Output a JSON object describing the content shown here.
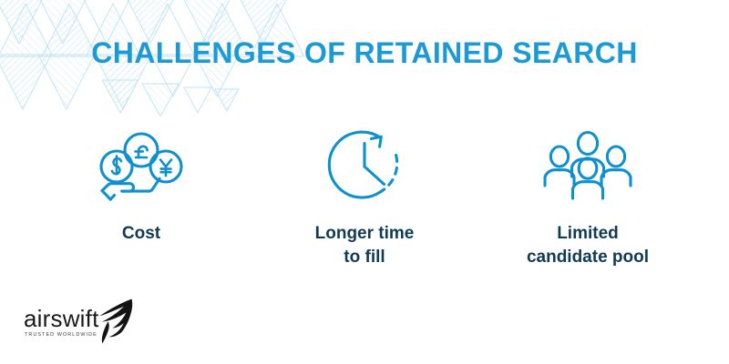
{
  "slide": {
    "title": "CHALLENGES OF RETAINED SEARCH",
    "background_color": "#FFFFFF",
    "accent_color": "#1B9AD6",
    "label_color": "#103A55",
    "pattern_color": "#BFE2F5"
  },
  "items": [
    {
      "icon": "coins-in-hand-icon",
      "label": "Cost",
      "coin_symbols": [
        "£",
        "$",
        "¥"
      ]
    },
    {
      "icon": "clock-arrow-icon",
      "label": "Longer time\nto fill"
    },
    {
      "icon": "group-of-people-icon",
      "label": "Limited\ncandidate pool"
    }
  ],
  "logo": {
    "wordmark": "airswift",
    "tagline": "TRUSTED WORLDWIDE",
    "mark": "swift-bird-icon"
  }
}
